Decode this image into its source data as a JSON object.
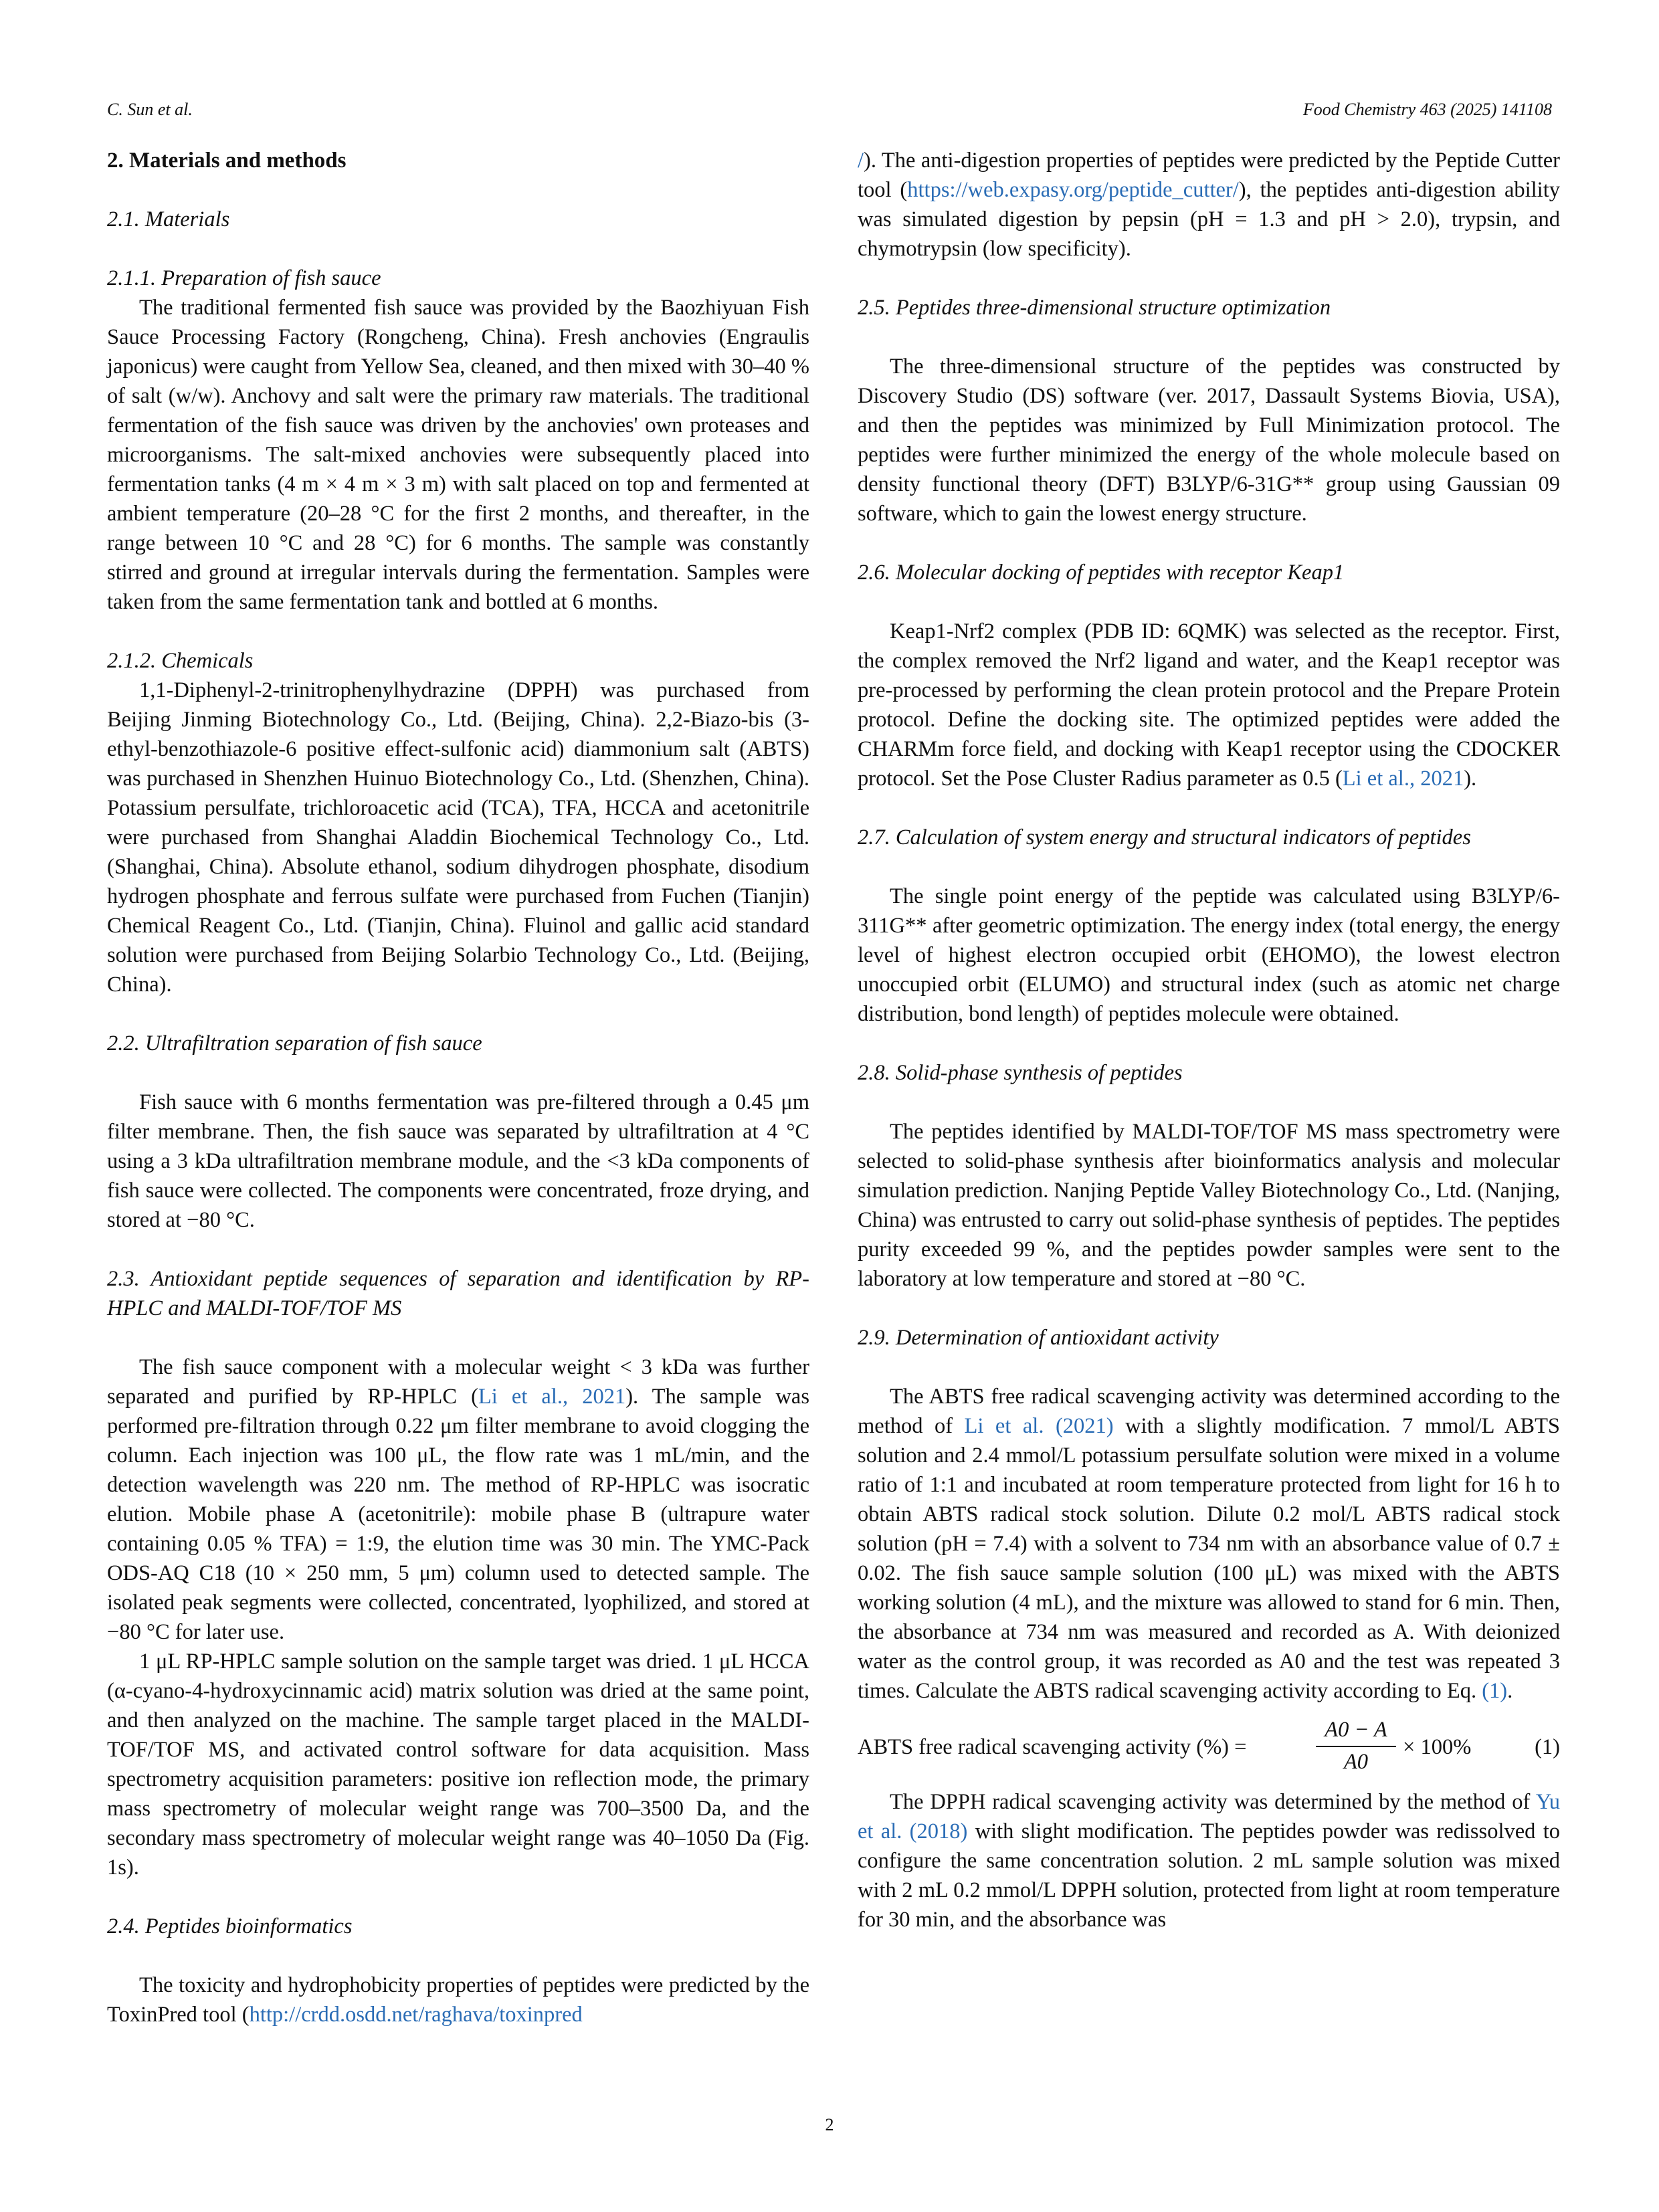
{
  "header": {
    "left": "C. Sun et al.",
    "right": "Food Chemistry 463 (2025) 141108"
  },
  "left": {
    "h_materials_methods": "2. Materials and methods",
    "h_2_1": "2.1. Materials",
    "h_2_1_1": "2.1.1. Preparation of fish sauce",
    "p_2_1_1": "The traditional fermented fish sauce was provided by the Baozhiyuan Fish Sauce Processing Factory (Rongcheng, China). Fresh anchovies (Engraulis japonicus) were caught from Yellow Sea, cleaned, and then mixed with 30–40 % of salt (w/w). Anchovy and salt were the primary raw materials. The traditional fermentation of the fish sauce was driven by the anchovies' own proteases and microorganisms. The salt-mixed anchovies were subsequently placed into fermentation tanks (4 m × 4 m × 3 m) with salt placed on top and fermented at ambient temperature (20–28 °C for the first 2 months, and thereafter, in the range between 10 °C and 28 °C) for 6 months. The sample was constantly stirred and ground at irregular intervals during the fermentation. Samples were taken from the same fermentation tank and bottled at 6 months.",
    "h_2_1_2": "2.1.2. Chemicals",
    "p_2_1_2": "1,1-Diphenyl-2-trinitrophenylhydrazine (DPPH) was purchased from Beijing Jinming Biotechnology Co., Ltd. (Beijing, China). 2,2-Biazo-bis (3-ethyl-benzothiazole-6 positive effect-sulfonic acid) diammonium salt (ABTS) was purchased in Shenzhen Huinuo Biotechnology Co., Ltd. (Shenzhen, China). Potassium persulfate, trichloroacetic acid (TCA), TFA, HCCA and acetonitrile were purchased from Shanghai Aladdin Biochemical Technology Co., Ltd. (Shanghai, China). Absolute ethanol, sodium dihydrogen phosphate, disodium hydrogen phosphate and ferrous sulfate were purchased from Fuchen (Tianjin) Chemical Reagent Co., Ltd. (Tianjin, China). Fluinol and gallic acid standard solution were purchased from Beijing Solarbio Technology Co., Ltd. (Beijing, China).",
    "h_2_2": "2.2. Ultrafiltration separation of fish sauce",
    "p_2_2": "Fish sauce with 6 months fermentation was pre-filtered through a 0.45 μm filter membrane. Then, the fish sauce was separated by ultrafiltration at 4 °C using a 3 kDa ultrafiltration membrane module, and the <3 kDa components of fish sauce were collected. The components were concentrated, froze drying, and stored at −80 °C.",
    "h_2_3": "2.3. Antioxidant peptide sequences of separation and identification by RP-HPLC and MALDI-TOF/TOF MS",
    "p_2_3a_pre": "The fish sauce component with a molecular weight < 3 kDa was further separated and purified by RP-HPLC (",
    "p_2_3a_link": "Li et al., 2021",
    "p_2_3a_post": "). The sample was performed pre-filtration through 0.22 μm filter membrane to avoid clogging the column. Each injection was 100 μL, the flow rate was 1 mL/min, and the detection wavelength was 220 nm. The method of RP-HPLC was isocratic elution. Mobile phase A (acetonitrile): mobile phase B (ultrapure water containing 0.05 % TFA) = 1:9, the elution time was 30 min. The YMC-Pack ODS-AQ C18 (10 × 250 mm, 5 μm) column used to detected sample. The isolated peak segments were collected, concentrated, lyophilized, and stored at −80 °C for later use.",
    "p_2_3b": "1 μL RP-HPLC sample solution on the sample target was dried. 1 μL HCCA (α-cyano-4-hydroxycinnamic acid) matrix solution was dried at the same point, and then analyzed on the machine. The sample target placed in the MALDI-TOF/TOF MS, and activated control software for data acquisition. Mass spectrometry acquisition parameters: positive ion reflection mode, the primary mass spectrometry of molecular weight range was 700–3500 Da, and the secondary mass spectrometry of molecular weight range was 40–1050 Da (Fig. 1s).",
    "h_2_4": "2.4. Peptides bioinformatics",
    "p_2_4_pre": "The toxicity and hydrophobicity properties of peptides were predicted by the ToxinPred tool (",
    "p_2_4_link": "http://crdd.osdd.net/raghava/toxinpred"
  },
  "right": {
    "p_2_4_cont_link": "/",
    "p_2_4_cont_a": "). The anti-digestion properties of peptides were predicted by the Peptide Cutter tool (",
    "p_2_4_cont_link2": "https://web.expasy.org/peptide_cutter/",
    "p_2_4_cont_b": "), the peptides anti-digestion ability was simulated digestion by pepsin (pH = 1.3 and pH > 2.0), trypsin, and chymotrypsin (low specificity).",
    "h_2_5": "2.5. Peptides three-dimensional structure optimization",
    "p_2_5": "The three-dimensional structure of the peptides was constructed by Discovery Studio (DS) software (ver. 2017, Dassault Systems Biovia, USA), and then the peptides was minimized by Full Minimization protocol. The peptides were further minimized the energy of the whole molecule based on density functional theory (DFT) B3LYP/6-31G** group using Gaussian 09 software, which to gain the lowest energy structure.",
    "h_2_6": "2.6. Molecular docking of peptides with receptor Keap1",
    "p_2_6_pre": "Keap1-Nrf2 complex (PDB ID: 6QMK) was selected as the receptor. First, the complex removed the Nrf2 ligand and water, and the Keap1 receptor was pre-processed by performing the clean protein protocol and the Prepare Protein protocol. Define the docking site. The optimized peptides were added the CHARMm force field, and docking with Keap1 receptor using the CDOCKER protocol. Set the Pose Cluster Radius parameter as 0.5 (",
    "p_2_6_link": "Li et al., 2021",
    "p_2_6_post": ").",
    "h_2_7": "2.7. Calculation of system energy and structural indicators of peptides",
    "p_2_7": "The single point energy of the peptide was calculated using B3LYP/6-311G** after geometric optimization. The energy index (total energy, the energy level of highest electron occupied orbit (EHOMO), the lowest electron unoccupied orbit (ELUMO) and structural index (such as atomic net charge distribution, bond length) of peptides molecule were obtained.",
    "h_2_8": "2.8. Solid-phase synthesis of peptides",
    "p_2_8": "The peptides identified by MALDI-TOF/TOF MS mass spectrometry were selected to solid-phase synthesis after bioinformatics analysis and molecular simulation prediction. Nanjing Peptide Valley Biotechnology Co., Ltd. (Nanjing, China) was entrusted to carry out solid-phase synthesis of peptides. The peptides purity exceeded 99 %, and the peptides powder samples were sent to the laboratory at low temperature and stored at −80 °C.",
    "h_2_9": "2.9. Determination of antioxidant activity",
    "p_2_9a_pre": "The ABTS free radical scavenging activity was determined according to the method of ",
    "p_2_9a_link": "Li et al. (2021)",
    "p_2_9a_mid": " with a slightly modification. 7 mmol/L ABTS solution and 2.4 mmol/L potassium persulfate solution were mixed in a volume ratio of 1:1 and incubated at room temperature protected from light for 16 h to obtain ABTS radical stock solution. Dilute 0.2 mol/L ABTS radical stock solution (pH = 7.4) with a solvent to 734 nm with an absorbance value of 0.7 ± 0.02. The fish sauce sample solution (100 μL) was mixed with the ABTS working solution (4 mL), and the mixture was allowed to stand for 6 min. Then, the absorbance at 734 nm was measured and recorded as A. With deionized water as the control group, it was recorded as A0 and the test was repeated 3 times. Calculate the ABTS radical scavenging activity according to Eq. ",
    "p_2_9a_eqref": "(1)",
    "p_2_9a_end": ".",
    "eq_label": "ABTS free radical scavenging activity (%) =",
    "eq_num": "A0 − A",
    "eq_den": "A0",
    "eq_rest": "× 100%",
    "eq_number": "(1)",
    "p_2_9b_pre": "The DPPH radical scavenging activity was determined by the method of ",
    "p_2_9b_link": "Yu et al. (2018)",
    "p_2_9b_post": " with slight modification. The peptides powder was redissolved to configure the same concentration solution. 2 mL sample solution was mixed with 2 mL 0.2 mmol/L DPPH solution, protected from light at room temperature for 30 min, and the absorbance was"
  },
  "footer": {
    "page_number": "2"
  }
}
